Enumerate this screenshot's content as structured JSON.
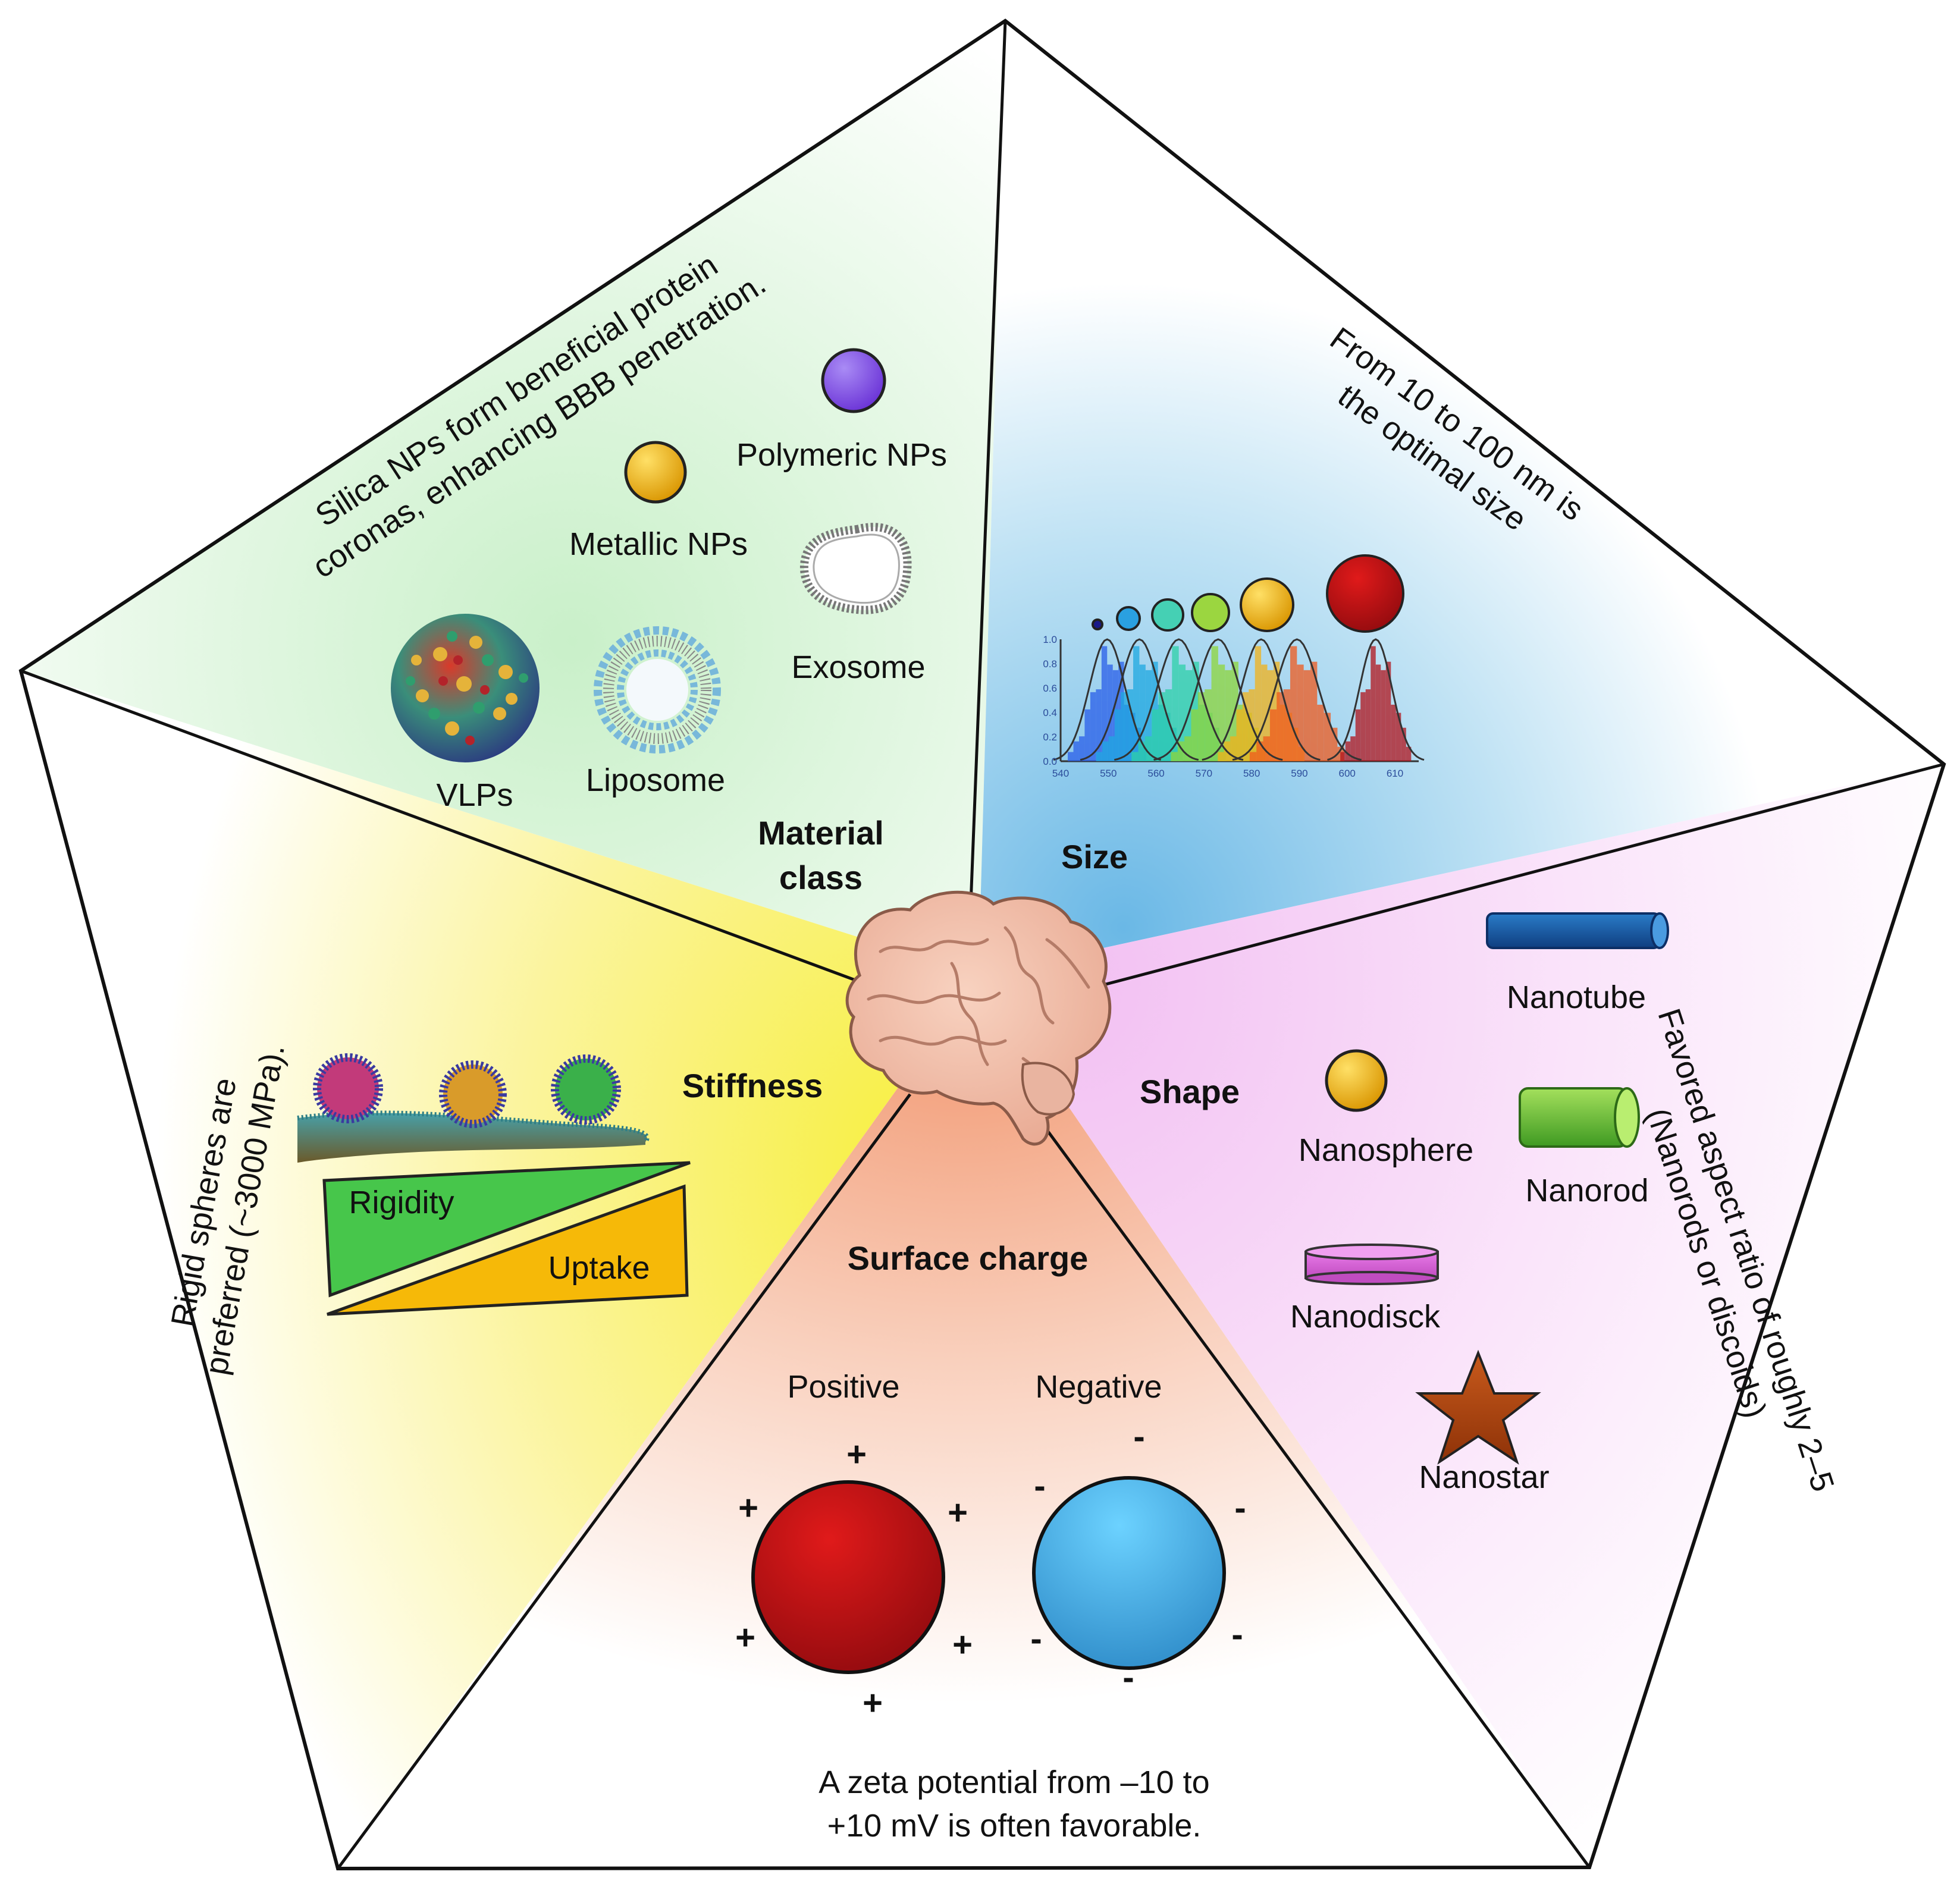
{
  "sections": {
    "material_class": {
      "title_line1": "Material",
      "title_line2": "class",
      "note_line1": "Silica NPs form beneficial protein",
      "note_line2": "coronas, enhancing BBB penetration.",
      "items": {
        "polymeric": "Polymeric NPs",
        "metallic": "Metallic NPs",
        "exosome": "Exosome",
        "vlps": "VLPs",
        "liposome": "Liposome"
      }
    },
    "size": {
      "title": "Size",
      "note_line1": "From 10 to 100 nm is",
      "note_line2": "the optimal size",
      "x_ticks": [
        "540",
        "550",
        "560",
        "570",
        "580",
        "590",
        "600",
        "610"
      ],
      "y_ticks": [
        "1.0",
        "0.8",
        "0.6",
        "0.4",
        "0.2",
        "0.0"
      ]
    },
    "shape": {
      "title": "Shape",
      "note_line1": "Favored aspect ratio of roughly 2–5",
      "note_line2": "(Nanorods or discoids)",
      "items": {
        "nanotube": "Nanotube",
        "nanosphere": "Nanosphere",
        "nanorod": "Nanorod",
        "nanodisck": "Nanodisck",
        "nanostar": "Nanostar"
      }
    },
    "surface_charge": {
      "title": "Surface charge",
      "positive_label": "Positive",
      "negative_label": "Negative",
      "plus_sign": "+",
      "minus_sign": "-",
      "note_line1": "A zeta potential from –10 to",
      "note_line2": "+10 mV is often favorable."
    },
    "stiffness": {
      "title": "Stiffness",
      "note_line1": "Rigid spheres are",
      "note_line2": "preferred (~3000 MPa).",
      "rigidity_label": "Rigidity",
      "uptake_label": "Uptake"
    }
  },
  "colors": {
    "material": "#d9f5d9",
    "size": "#8ec9ea",
    "shape": "#f5c6f5",
    "surface": "#f4a27e",
    "stiffness": "#f9f26a",
    "positive_particle": "#b30d12",
    "negative_particle": "#41a6dd",
    "rigidity": "#47c64b",
    "uptake": "#f6b908"
  }
}
